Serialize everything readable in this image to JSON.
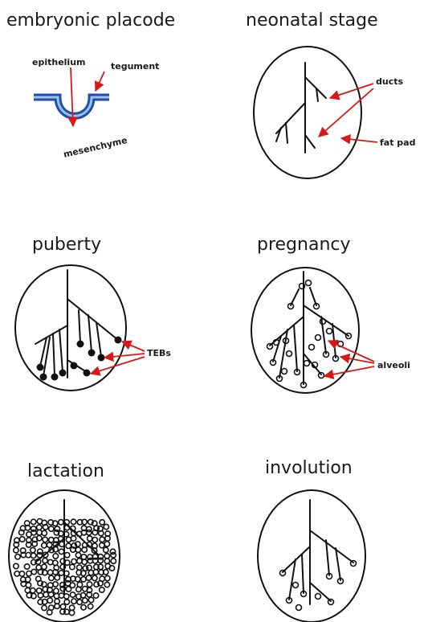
{
  "stages": [
    {
      "id": "embryonic",
      "title": "embryonic placode",
      "labels": {
        "epithelium": "epithelium",
        "tegument": "tegument",
        "mesenchyme": "mesenchyme"
      }
    },
    {
      "id": "neonatal",
      "title": "neonatal stage",
      "labels": {
        "ducts": "ducts",
        "fat_pad": "fat pad"
      }
    },
    {
      "id": "puberty",
      "title": "puberty",
      "labels": {
        "tebs": "TEBs"
      }
    },
    {
      "id": "pregnancy",
      "title": "pregnancy",
      "labels": {
        "alveoli": "alveoli"
      }
    },
    {
      "id": "lactation",
      "title": "lactation",
      "labels": {}
    },
    {
      "id": "involution",
      "title": "involution",
      "labels": {}
    }
  ],
  "colors": {
    "arrow": "#d81818",
    "placode_outer": "#1f4fa8",
    "placode_inner": "#9cc0ea",
    "ink": "#111111"
  }
}
